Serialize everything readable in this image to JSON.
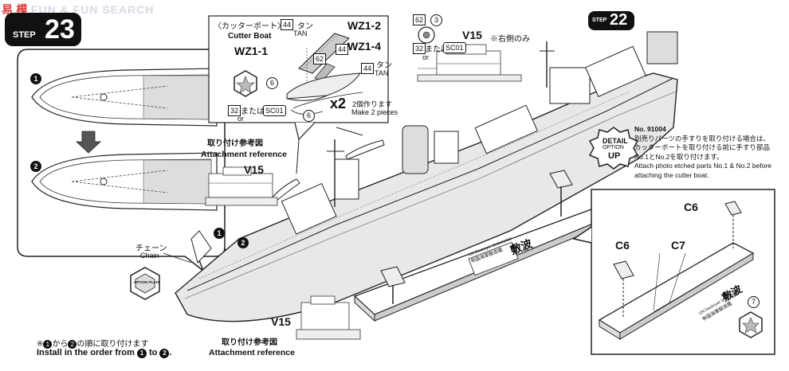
{
  "watermark": {
    "text": "FUN & FUN SEARCH",
    "cn": "易",
    "cn2": "模"
  },
  "step_main": {
    "label": "STEP",
    "number": "23"
  },
  "step_ref": {
    "label": "STEP",
    "number": "22"
  },
  "cutter": {
    "title_jp": "〈カッターボート〉",
    "title_en": "Cutter Boat",
    "parts": [
      "WZ1-2",
      "WZ1-4",
      "WZ1-1"
    ],
    "part44": "44",
    "part62": "62",
    "tan_jp": "タン",
    "tan_en": "TAN",
    "part6": "6",
    "part32": "32",
    "or_jp": "または",
    "sc01": "SC01",
    "or_en": "or",
    "multiplier": "x2",
    "make_jp": "2個作ります",
    "make_en": "Make 2 pieces"
  },
  "v15_top": {
    "n62": "62",
    "n3": "3",
    "label": "V15",
    "note_jp": "※右側のみ",
    "n32": "32",
    "or_jp": "または",
    "sc01": "SC01",
    "or_en": "or"
  },
  "attach_left": {
    "jp": "取り付け参考図",
    "en": "Attachment reference",
    "v15": "V15"
  },
  "attach_bottom": {
    "v15": "V15",
    "jp": "取り付け参考図",
    "en": "Attachment reference"
  },
  "detail_badge": {
    "line1": "DETAIL",
    "line2": "OPTION",
    "line3": "UP"
  },
  "detail_note": {
    "no": "No. 91004",
    "jp1": "別売りパーツの手すりを取り付ける場合は、",
    "jp2": "カッターボートを取り付ける前に手すり部品",
    "jp3": "No.1とNo.2を取り付けます。",
    "en1": "Attach photo etched parts No.1 & No.2 before",
    "en2": "attaching the cutter boat."
  },
  "chain": {
    "jp": "チェーン",
    "en": "Chain",
    "badge": "OPTION PLATE"
  },
  "order_marks": {
    "one": "1",
    "two": "2"
  },
  "install": {
    "jp_prefix": "※",
    "jp_mid": "から",
    "jp_suffix": "の順に取り付けます",
    "en_prefix": "Install in the order from",
    "en_mid": "to",
    "en_end": "."
  },
  "stand": {
    "parts": [
      "C6",
      "C6",
      "C7"
    ],
    "plate_en": "IJN Destroyer SHIKINAMI",
    "plate_jp": "帝国海軍駆逐艦",
    "name": "敷波",
    "part7": "7"
  }
}
